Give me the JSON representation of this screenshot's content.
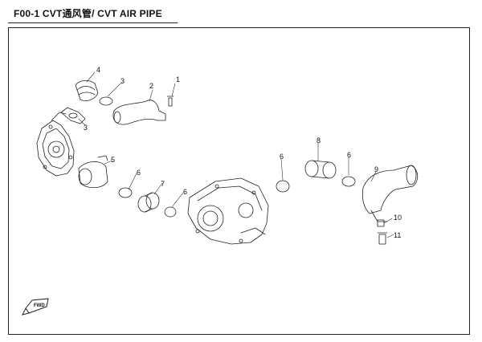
{
  "header": {
    "title": "F00-1 CVT通风管/ CVT AIR PIPE"
  },
  "callouts": [
    "1",
    "2",
    "3",
    "4",
    "5",
    "6",
    "7",
    "8",
    "9",
    "10",
    "11"
  ],
  "forward_badge": {
    "label": "FWD"
  }
}
